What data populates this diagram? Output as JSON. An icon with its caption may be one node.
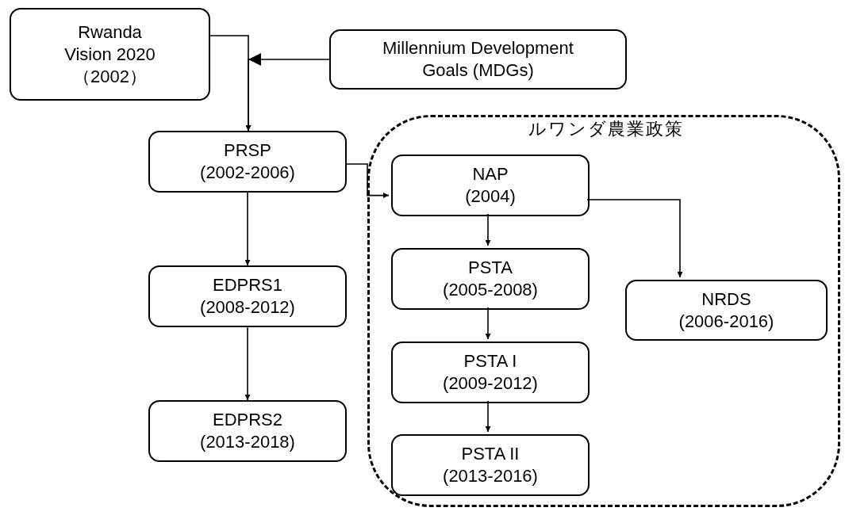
{
  "diagram": {
    "nodes": [
      {
        "text": [
          "Rwanda Vision 2020 （2002）"
        ]
      },
      {
        "text": [
          "Millennium Development Goals (MDGs)"
        ]
      },
      {
        "text": [
          "PRSP",
          "(2002-2006)"
        ]
      },
      {
        "text": [
          "EDPRS1",
          "(2008-2012)"
        ]
      },
      {
        "text": [
          "EDPRS2",
          "(2013-2018)"
        ]
      },
      {
        "text": [
          "ルワンダ農業政策"
        ]
      },
      {
        "text": [
          "NAP",
          "(2004)"
        ],
        "in": 5
      },
      {
        "text": [
          "PSTA",
          "(2005-2008)"
        ],
        "in": 5
      },
      {
        "text": [
          "PSTA I",
          "(2009-2012)"
        ],
        "in": 5
      },
      {
        "text": [
          "PSTA II",
          "(2013-2016)"
        ],
        "in": 5
      },
      {
        "text": [
          "NRDS",
          "(2006-2016)"
        ],
        "in": 5
      }
    ],
    "edges": [
      {
        "from": 0,
        "to": 2,
        "arrow": "to"
      },
      {
        "from": 1,
        "to": 2,
        "arrow": "to"
      },
      {
        "from": 2,
        "to": 6,
        "arrow": "to"
      },
      {
        "from": 2,
        "to": 3,
        "arrow": "to"
      },
      {
        "from": 3,
        "to": 4,
        "arrow": "to"
      },
      {
        "from": 6,
        "to": 7,
        "arrow": "to"
      },
      {
        "from": 7,
        "to": 8,
        "arrow": "to"
      },
      {
        "from": 8,
        "to": 9,
        "arrow": "to"
      },
      {
        "from": 6,
        "to": 10,
        "arrow": "to"
      }
    ]
  }
}
